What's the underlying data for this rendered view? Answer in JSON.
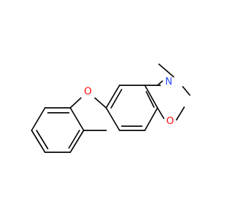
{
  "molecule": {
    "atoms": [
      {
        "id": "O_furan",
        "label": "O",
        "color": "#ff0d0d"
      },
      {
        "id": "N_amine",
        "label": "N",
        "color": "#3050f8"
      },
      {
        "id": "O_methoxy",
        "label": "O",
        "color": "#ff0d0d"
      }
    ],
    "bond_color": "#000000"
  }
}
